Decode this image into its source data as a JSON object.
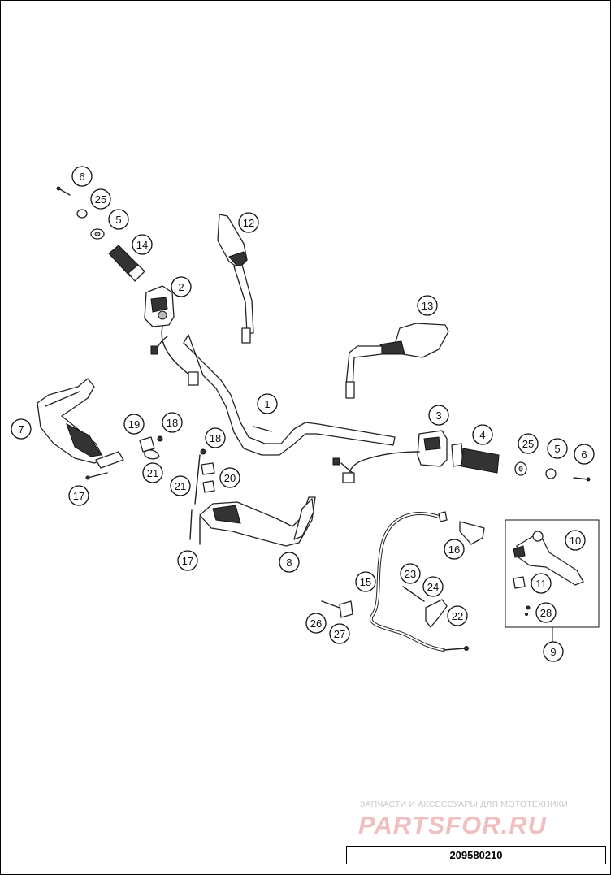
{
  "watermark": {
    "tagline": "ЗАПЧАСТИ И АКСЕССУАРЫ ДЛЯ МОТОТЕХНИКИ",
    "brand": "PARTSFOR.RU"
  },
  "drawing_number": "209580210",
  "callouts": [
    {
      "id": "c-6a",
      "label": "6"
    },
    {
      "id": "c-25a",
      "label": "25"
    },
    {
      "id": "c-5a",
      "label": "5"
    },
    {
      "id": "c-14",
      "label": "14"
    },
    {
      "id": "c-2",
      "label": "2"
    },
    {
      "id": "c-12",
      "label": "12"
    },
    {
      "id": "c-13",
      "label": "13"
    },
    {
      "id": "c-1",
      "label": "1"
    },
    {
      "id": "c-3",
      "label": "3"
    },
    {
      "id": "c-4",
      "label": "4"
    },
    {
      "id": "c-25b",
      "label": "25"
    },
    {
      "id": "c-5b",
      "label": "5"
    },
    {
      "id": "c-6b",
      "label": "6"
    },
    {
      "id": "c-7",
      "label": "7"
    },
    {
      "id": "c-19",
      "label": "19"
    },
    {
      "id": "c-18a",
      "label": "18"
    },
    {
      "id": "c-21a",
      "label": "21"
    },
    {
      "id": "c-17a",
      "label": "17"
    },
    {
      "id": "c-18b",
      "label": "18"
    },
    {
      "id": "c-20",
      "label": "20"
    },
    {
      "id": "c-21b",
      "label": "21"
    },
    {
      "id": "c-17b",
      "label": "17"
    },
    {
      "id": "c-8",
      "label": "8"
    },
    {
      "id": "c-16",
      "label": "16"
    },
    {
      "id": "c-10",
      "label": "10"
    },
    {
      "id": "c-11",
      "label": "11"
    },
    {
      "id": "c-28",
      "label": "28"
    },
    {
      "id": "c-9",
      "label": "9"
    },
    {
      "id": "c-15",
      "label": "15"
    },
    {
      "id": "c-23",
      "label": "23"
    },
    {
      "id": "c-24",
      "label": "24"
    },
    {
      "id": "c-22",
      "label": "22"
    },
    {
      "id": "c-26",
      "label": "26"
    },
    {
      "id": "c-27",
      "label": "27"
    }
  ]
}
